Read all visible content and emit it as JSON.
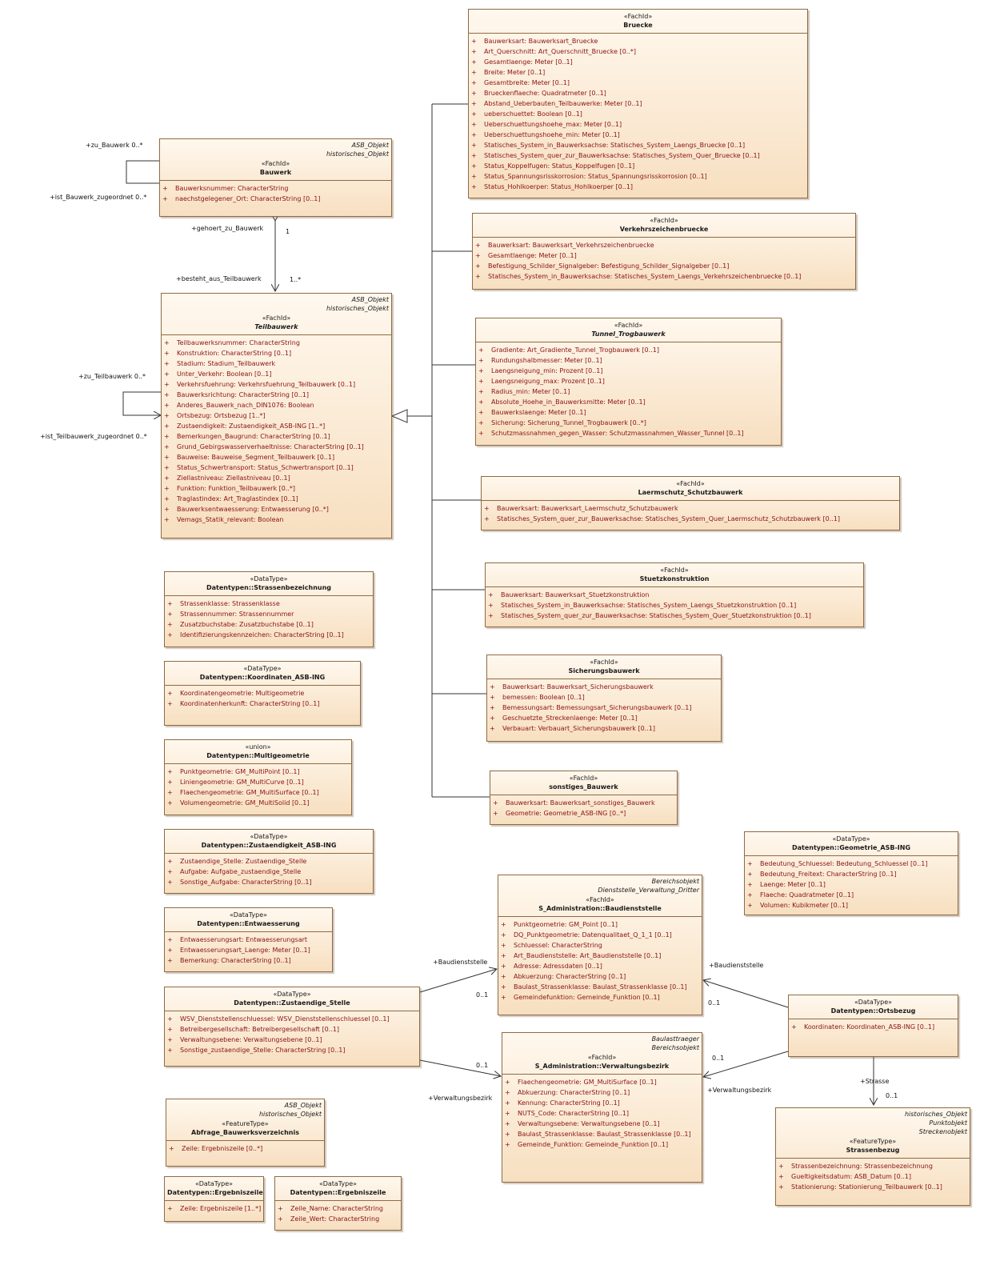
{
  "classes": {
    "bruecke": {
      "tags": [],
      "stereotype": "«FachId»",
      "name": "Bruecke",
      "attributes": [
        "Bauwerksart: Bauwerksart_Bruecke",
        "Art_Querschnitt: Art_Querschnitt_Bruecke [0..*]",
        "Gesamtlaenge: Meter [0..1]",
        "Breite: Meter [0..1]",
        "Gesamtbreite: Meter [0..1]",
        "Brueckenflaeche: Quadratmeter [0..1]",
        "Abstand_Ueberbauten_Teilbauwerke: Meter [0..1]",
        "ueberschuettet: Boolean [0..1]",
        "Ueberschuettungshoehe_max: Meter [0..1]",
        "Ueberschuettungshoehe_min: Meter [0..1]",
        "Statisches_System_in_Bauwerksachse: Statisches_System_Laengs_Bruecke [0..1]",
        "Statisches_System_quer_zur_Bauwerksachse: Statisches_System_Quer_Bruecke [0..1]",
        "Status_Koppelfugen: Status_Koppelfugen [0..1]",
        "Status_Spannungsrisskorrosion: Status_Spannungsrisskorrosion [0..1]",
        "Status_Hohlkoerper: Status_Hohlkoerper [0..1]"
      ]
    },
    "bauwerk": {
      "tags": [
        "ASB_Objekt",
        "historisches_Objekt"
      ],
      "stereotype": "«FachId»",
      "name": "Bauwerk",
      "attributes": [
        "Bauwerksnummer: CharacterString",
        "naechstgelegener_Ort: CharacterString [0..1]"
      ]
    },
    "verkehrszeichenbruecke": {
      "tags": [],
      "stereotype": "«FachId»",
      "name": "Verkehrszeichenbruecke",
      "attributes": [
        "Bauwerksart: Bauwerksart_Verkehrszeichenbruecke",
        "Gesamtlaenge: Meter [0..1]",
        "Befestigung_Schilder_Signalgeber: Befestigung_Schilder_Signalgeber [0..1]",
        "Statisches_System_in_Bauwerksachse: Statisches_System_Laengs_Verkehrszeichenbruecke [0..1]"
      ]
    },
    "teilbauwerk": {
      "tags": [
        "ASB_Objekt",
        "historisches_Objekt"
      ],
      "stereotype": "«FachId»",
      "name": "Teilbauwerk",
      "attributes": [
        "Teilbauwerksnummer: CharacterString",
        "Konstruktion: CharacterString [0..1]",
        "Stadium: Stadium_Teilbauwerk",
        "Unter_Verkehr: Boolean [0..1]",
        "Verkehrsfuehrung: Verkehrsfuehrung_Teilbauwerk [0..1]",
        "Bauwerksrichtung: CharacterString [0..1]",
        "Anderes_Bauwerk_nach_DIN1076: Boolean",
        "Ortsbezug: Ortsbezug [1..*]",
        "Zustaendigkeit: Zustaendigkeit_ASB-ING [1..*]",
        "Bemerkungen_Baugrund: CharacterString [0..1]",
        "Grund_Gebirgswasserverhaeltnisse: CharacterString [0..1]",
        "Bauweise: Bauweise_Segment_Teilbauwerk [0..1]",
        "Status_Schwertransport: Status_Schwertransport [0..1]",
        "Ziellastniveau: Ziellastniveau [0..1]",
        "Funktion: Funktion_Teilbauwerk [0..*]",
        "Traglastindex: Art_Traglastindex [0..1]",
        "Bauwerksentwaesserung: Entwaesserung [0..*]",
        "Vemags_Statik_relevant: Boolean"
      ]
    },
    "tunnel": {
      "tags": [],
      "stereotype": "«FachId»",
      "name": "Tunnel_Trogbauwerk",
      "attributes": [
        "Gradiente: Art_Gradiente_Tunnel_Trogbauwerk [0..1]",
        "Rundungshalbmesser: Meter [0..1]",
        "Laengsneigung_min: Prozent [0..1]",
        "Laengsneigung_max: Prozent [0..1]",
        "Radius_min: Meter [0..1]",
        "Absolute_Hoehe_in_Bauwerksmitte: Meter [0..1]",
        "Bauwerkslaenge: Meter [0..1]",
        "Sicherung: Sicherung_Tunnel_Trogbauwerk [0..*]",
        "Schutzmassnahmen_gegen_Wasser: Schutzmassnahmen_Wasser_Tunnel [0..1]"
      ]
    },
    "laermschutz": {
      "tags": [],
      "stereotype": "«FachId»",
      "name": "Laermschutz_Schutzbauwerk",
      "attributes": [
        "Bauwerksart: Bauwerksart_Laermschutz_Schutzbauwerk",
        "Statisches_System_quer_zur_Bauwerksachse: Statisches_System_Quer_Laermschutz_Schutzbauwerk [0..1]"
      ]
    },
    "stuetz": {
      "tags": [],
      "stereotype": "«FachId»",
      "name": "Stuetzkonstruktion",
      "attributes": [
        "Bauwerksart: Bauwerksart_Stuetzkonstruktion",
        "Statisches_System_in_Bauwerksachse: Statisches_System_Laengs_Stuetzkonstruktion [0..1]",
        "Statisches_System_quer_zur_Bauwerksachse: Statisches_System_Quer_Stuetzkonstruktion [0..1]"
      ]
    },
    "sicherung": {
      "tags": [],
      "stereotype": "«FachId»",
      "name": "Sicherungsbauwerk",
      "attributes": [
        "Bauwerksart: Bauwerksart_Sicherungsbauwerk",
        "bemessen: Boolean [0..1]",
        "Bemessungsart: Bemessungsart_Sicherungsbauwerk [0..1]",
        "Geschuetzte_Streckenlaenge: Meter [0..1]",
        "Verbauart: Verbauart_Sicherungsbauwerk [0..1]"
      ]
    },
    "sonstiges": {
      "tags": [],
      "stereotype": "«FachId»",
      "name": "sonstiges_Bauwerk",
      "attributes": [
        "Bauwerksart: Bauwerksart_sonstiges_Bauwerk",
        "Geometrie: Geometrie_ASB-ING [0..*]"
      ]
    },
    "strassenbez": {
      "tags": [],
      "stereotype": "«DataType»",
      "name": "Datentypen::Strassenbezeichnung",
      "attributes": [
        "Strassenklasse: Strassenklasse",
        "Strassennummer: Strassennummer",
        "Zusatzbuchstabe: Zusatzbuchstabe [0..1]",
        "Identifizierungskennzeichen: CharacterString [0..1]"
      ]
    },
    "koordinaten": {
      "tags": [],
      "stereotype": "«DataType»",
      "name": "Datentypen::Koordinaten_ASB-ING",
      "attributes": [
        "Koordinatengeometrie: Multigeometrie",
        "Koordinatenherkunft: CharacterString [0..1]"
      ]
    },
    "multigeometrie": {
      "tags": [],
      "stereotype": "«union»",
      "name": "Datentypen::Multigeometrie",
      "attributes": [
        "Punktgeometrie: GM_MultiPoint [0..1]",
        "Liniengeometrie: GM_MultiCurve [0..1]",
        "Flaechengeometrie: GM_MultiSurface [0..1]",
        "Volumengeometrie: GM_MultiSolid [0..1]"
      ]
    },
    "zustaendigkeit": {
      "tags": [],
      "stereotype": "«DataType»",
      "name": "Datentypen::Zustaendigkeit_ASB-ING",
      "attributes": [
        "Zustaendige_Stelle: Zustaendige_Stelle",
        "Aufgabe: Aufgabe_zustaendige_Stelle",
        "Sonstige_Aufgabe: CharacterString [0..1]"
      ]
    },
    "geometrie": {
      "tags": [],
      "stereotype": "«DataType»",
      "name": "Datentypen::Geometrie_ASB-ING",
      "attributes": [
        "Bedeutung_Schluessel: Bedeutung_Schluessel [0..1]",
        "Bedeutung_Freitext: CharacterString [0..1]",
        "Laenge: Meter [0..1]",
        "Flaeche: Quadratmeter [0..1]",
        "Volumen: Kubikmeter [0..1]"
      ]
    },
    "entwaesserung": {
      "tags": [],
      "stereotype": "«DataType»",
      "name": "Datentypen::Entwaesserung",
      "attributes": [
        "Entwaesserungsart: Entwaesserungsart",
        "Entwaesserungsart_Laenge: Meter [0..1]",
        "Bemerkung: CharacterString [0..1]"
      ]
    },
    "baudienststelle": {
      "tags": [
        "Bereichsobjekt",
        "Dienststelle_Verwaltung_Dritter"
      ],
      "stereotype": "«FachId»",
      "name": "S_Administration::Baudienststelle",
      "attributes": [
        "Punktgeometrie: GM_Point [0..1]",
        "DQ_Punktgeometrie: Datenqualitaet_Q_1_1 [0..1]",
        "Schluessel: CharacterString",
        "Art_Baudienststelle: Art_Baudienststelle [0..1]",
        "Adresse: Adressdaten [0..1]",
        "Abkuerzung: CharacterString [0..1]",
        "Baulast_Strassenklasse: Baulast_Strassenklasse [0..1]",
        "Gemeindefunktion: Gemeinde_Funktion [0..1]"
      ]
    },
    "zust_stelle": {
      "tags": [],
      "stereotype": "«DataType»",
      "name": "Datentypen::Zustaendige_Stelle",
      "attributes": [
        "WSV_Dienststellenschluessel: WSV_Dienststellenschluessel [0..1]",
        "Betreibergesellschaft: Betreibergesellschaft [0..1]",
        "Verwaltungsebene: Verwaltungsebene [0..1]",
        "Sonstige_zustaendige_Stelle: CharacterString [0..1]"
      ]
    },
    "ortsbezug": {
      "tags": [],
      "stereotype": "«DataType»",
      "name": "Datentypen::Ortsbezug",
      "attributes": [
        "Koordinaten: Koordinaten_ASB-ING [0..1]"
      ]
    },
    "verwaltungsbezirk": {
      "tags": [
        "Baulasttraeger",
        "Bereichsobjekt"
      ],
      "stereotype": "«FachId»",
      "name": "S_Administration::Verwaltungsbezirk",
      "attributes": [
        "Flaechengeometrie: GM_MultiSurface [0..1]",
        "Abkuerzung: CharacterString [0..1]",
        "Kennung: CharacterString [0..1]",
        "NUTS_Code: CharacterString [0..1]",
        "Verwaltungsebene: Verwaltungsebene [0..1]",
        "Baulast_Strassenklasse: Baulast_Strassenklasse [0..1]",
        "Gemeinde_Funktion: Gemeinde_Funktion [0..1]"
      ]
    },
    "abfrage": {
      "tags": [
        "ASB_Objekt",
        "historisches_Objekt"
      ],
      "stereotype": "«FeatureType»",
      "name": "Abfrage_Bauwerksverzeichnis",
      "attributes": [
        "Zeile: Ergebniszeile [0..*]"
      ]
    },
    "strassenbezug": {
      "tags": [
        "historisches_Objekt",
        "Punktobjekt",
        "Streckenobjekt"
      ],
      "stereotype": "«FeatureType»",
      "name": "Strassenbezug",
      "attributes": [
        "Strassenbezeichnung: Strassenbezeichnung",
        "Gueltigkeitsdatum: ASB_Datum [0..1]",
        "Stationierung: Stationierung_Teilbauwerk [0..1]"
      ]
    },
    "ergebniszeile1": {
      "tags": [],
      "stereotype": "«DataType»",
      "name": "Datentypen::Ergebniszeile",
      "attributes": [
        "Zeile: Ergebniszeile [1..*]"
      ]
    },
    "ergebniszeile2": {
      "tags": [],
      "stereotype": "«DataType»",
      "name": "Datentypen::Ergebniszeile",
      "attributes": [
        "Zeile_Name: CharacterString",
        "Zeile_Wert: CharacterString"
      ]
    }
  },
  "visibility_symbol": "+",
  "labels": {
    "zu_bauwerk": "+zu_Bauwerk 0..*",
    "ist_bauwerk_zugeordnet": "+ist_Bauwerk_zugeordnet 0..*",
    "gehoert_zu_bauwerk": "+gehoert_zu_Bauwerk",
    "mult_one": "1",
    "besteht_aus_teilbauwerk": "+besteht_aus_Teilbauwerk",
    "mult_one_many": "1..*",
    "zu_teilbauwerk": "+zu_Teilbauwerk 0..*",
    "ist_teilbauwerk_zugeordnet": "+ist_Teilbauwerk_zugeordnet 0..*",
    "baudienststelle_left": "+Baudienststelle",
    "mult_left_1": "0..1",
    "baudienststelle_right": "+Baudienststelle",
    "mult_right_1": "0..1",
    "mult_left_2": "0..1",
    "verwaltungsbezirk_left": "+Verwaltungsbezirk",
    "mult_right_2": "0..1",
    "verwaltungsbezirk_right": "+Verwaltungsbezirk",
    "strasse": "+Strasse",
    "mult_strasse": "0..1"
  },
  "colors": {
    "box_border": "#8f6b43",
    "box_fill_top": "#fff8ee",
    "box_fill_bottom": "#f7dfc0",
    "attribute_text": "#8a1212",
    "connector": "#333333"
  }
}
